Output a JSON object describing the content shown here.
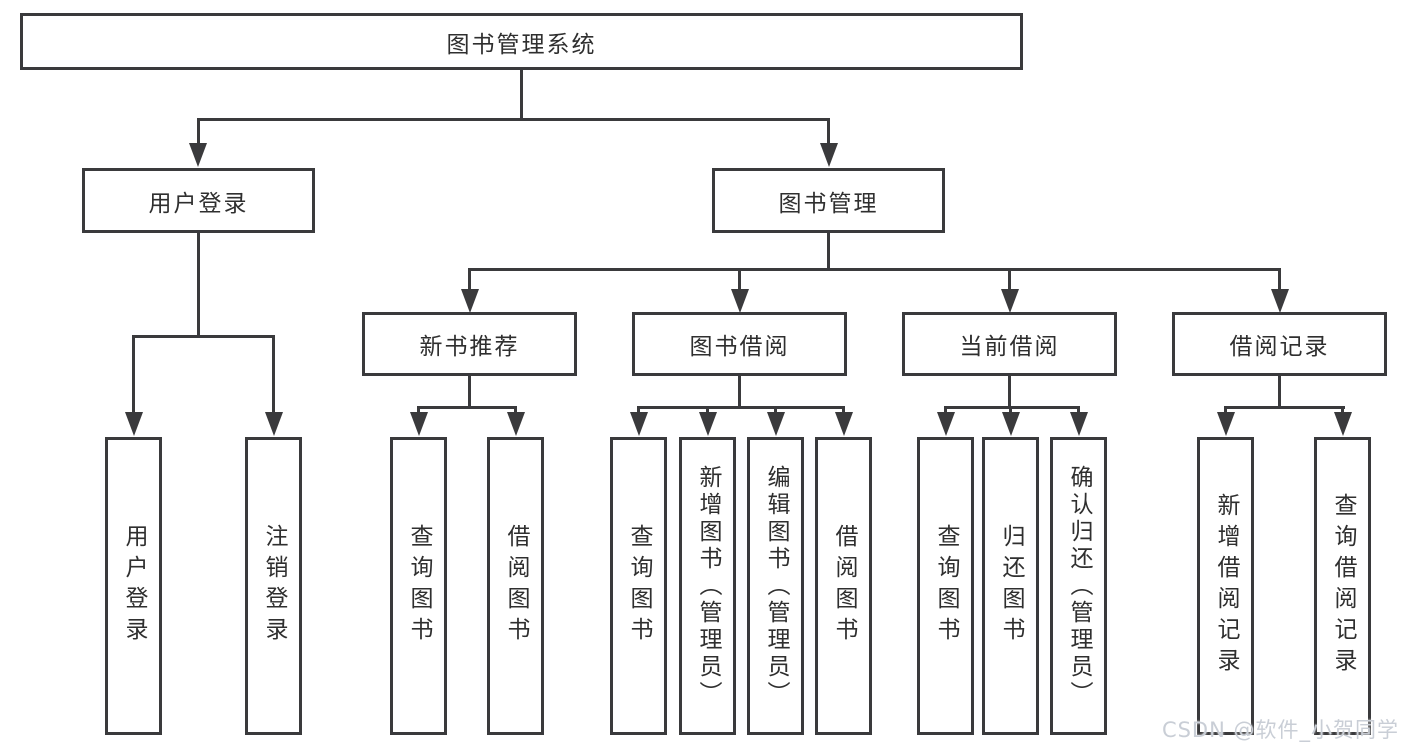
{
  "colors": {
    "line": "#3a3a3c",
    "box_border": "#3a3a3c",
    "text": "#2f2f2f",
    "watermark": "#c9ced6",
    "bg": "#ffffff"
  },
  "watermark": {
    "text": "CSDN @软件_小贺同学"
  },
  "tree": {
    "root": {
      "label": "图书管理系统",
      "children": [
        {
          "label": "用户登录",
          "children": [
            {
              "label": "用户登录"
            },
            {
              "label": "注销登录"
            }
          ]
        },
        {
          "label": "图书管理",
          "children": [
            {
              "label": "新书推荐",
              "children": [
                {
                  "label": "查询图书"
                },
                {
                  "label": "借阅图书"
                }
              ]
            },
            {
              "label": "图书借阅",
              "children": [
                {
                  "label": "查询图书"
                },
                {
                  "label": "新增图书（管理员）"
                },
                {
                  "label": "编辑图书（管理员）"
                },
                {
                  "label": "借阅图书"
                }
              ]
            },
            {
              "label": "当前借阅",
              "children": [
                {
                  "label": "查询图书"
                },
                {
                  "label": "归还图书"
                },
                {
                  "label": "确认归还（管理员）"
                }
              ]
            },
            {
              "label": "借阅记录",
              "children": [
                {
                  "label": "新增借阅记录"
                },
                {
                  "label": "查询借阅记录"
                }
              ]
            }
          ]
        }
      ]
    }
  }
}
